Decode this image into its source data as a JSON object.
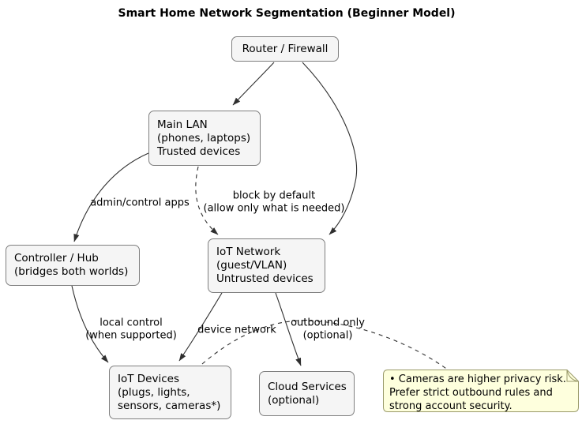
{
  "title": "Smart Home Network Segmentation (Beginner Model)",
  "colors": {
    "canvas_bg": "#ffffff",
    "node_bg": "#f5f5f5",
    "node_border": "#7f7f7f",
    "note_bg": "#feffdd",
    "note_border": "#9a9a6a",
    "edge": "#2f2f2f",
    "text": "#000000"
  },
  "nodes": {
    "router": {
      "lines": [
        "Router / Firewall"
      ]
    },
    "main_lan": {
      "lines": [
        "Main LAN",
        "(phones, laptops)",
        "Trusted devices"
      ]
    },
    "controller": {
      "lines": [
        "Controller / Hub",
        "(bridges both worlds)"
      ]
    },
    "iot_network": {
      "lines": [
        "IoT Network",
        "(guest/VLAN)",
        "Untrusted devices"
      ]
    },
    "iot_devices": {
      "lines": [
        "IoT Devices",
        "(plugs, lights,",
        "sensors, cameras*)"
      ]
    },
    "cloud": {
      "lines": [
        "Cloud Services",
        "(optional)"
      ]
    }
  },
  "note": {
    "lines": [
      "• Cameras are higher privacy risk.",
      "Prefer strict outbound rules and",
      "strong account security."
    ]
  },
  "edge_labels": {
    "admin": {
      "lines": [
        "admin/control apps"
      ]
    },
    "block": {
      "lines": [
        "block by default",
        "(allow only what is needed)"
      ]
    },
    "local": {
      "lines": [
        "local control",
        "(when supported)"
      ]
    },
    "device": {
      "lines": [
        "device network"
      ]
    },
    "outbound": {
      "lines": [
        "outbound only",
        "(optional)"
      ]
    }
  },
  "edges": [
    {
      "from": "Router / Firewall",
      "to": "Main LAN",
      "style": "solid",
      "label": ""
    },
    {
      "from": "Router / Firewall",
      "to": "IoT Network",
      "style": "solid",
      "label": ""
    },
    {
      "from": "Main LAN",
      "to": "Controller / Hub",
      "style": "solid",
      "label": "admin/control apps"
    },
    {
      "from": "Main LAN",
      "to": "IoT Network",
      "style": "dashed",
      "label": "block by default (allow only what is needed)"
    },
    {
      "from": "Controller / Hub",
      "to": "IoT Devices",
      "style": "solid",
      "label": "local control (when supported)"
    },
    {
      "from": "IoT Network",
      "to": "IoT Devices",
      "style": "solid",
      "label": "device network"
    },
    {
      "from": "IoT Network",
      "to": "Cloud Services",
      "style": "solid",
      "label": "outbound only (optional)"
    },
    {
      "from": "IoT Devices",
      "to": "note",
      "style": "dashed",
      "label": ""
    }
  ]
}
